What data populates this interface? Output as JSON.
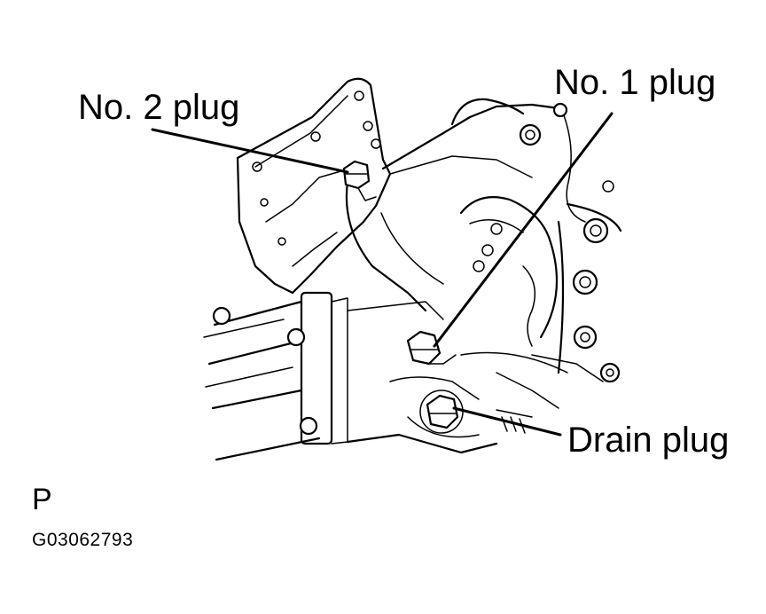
{
  "labels": {
    "no2_plug": "No. 2 plug",
    "no1_plug": "No. 1 plug",
    "drain_plug": "Drain plug"
  },
  "view_code": "P",
  "figure_id": "G03062793"
}
